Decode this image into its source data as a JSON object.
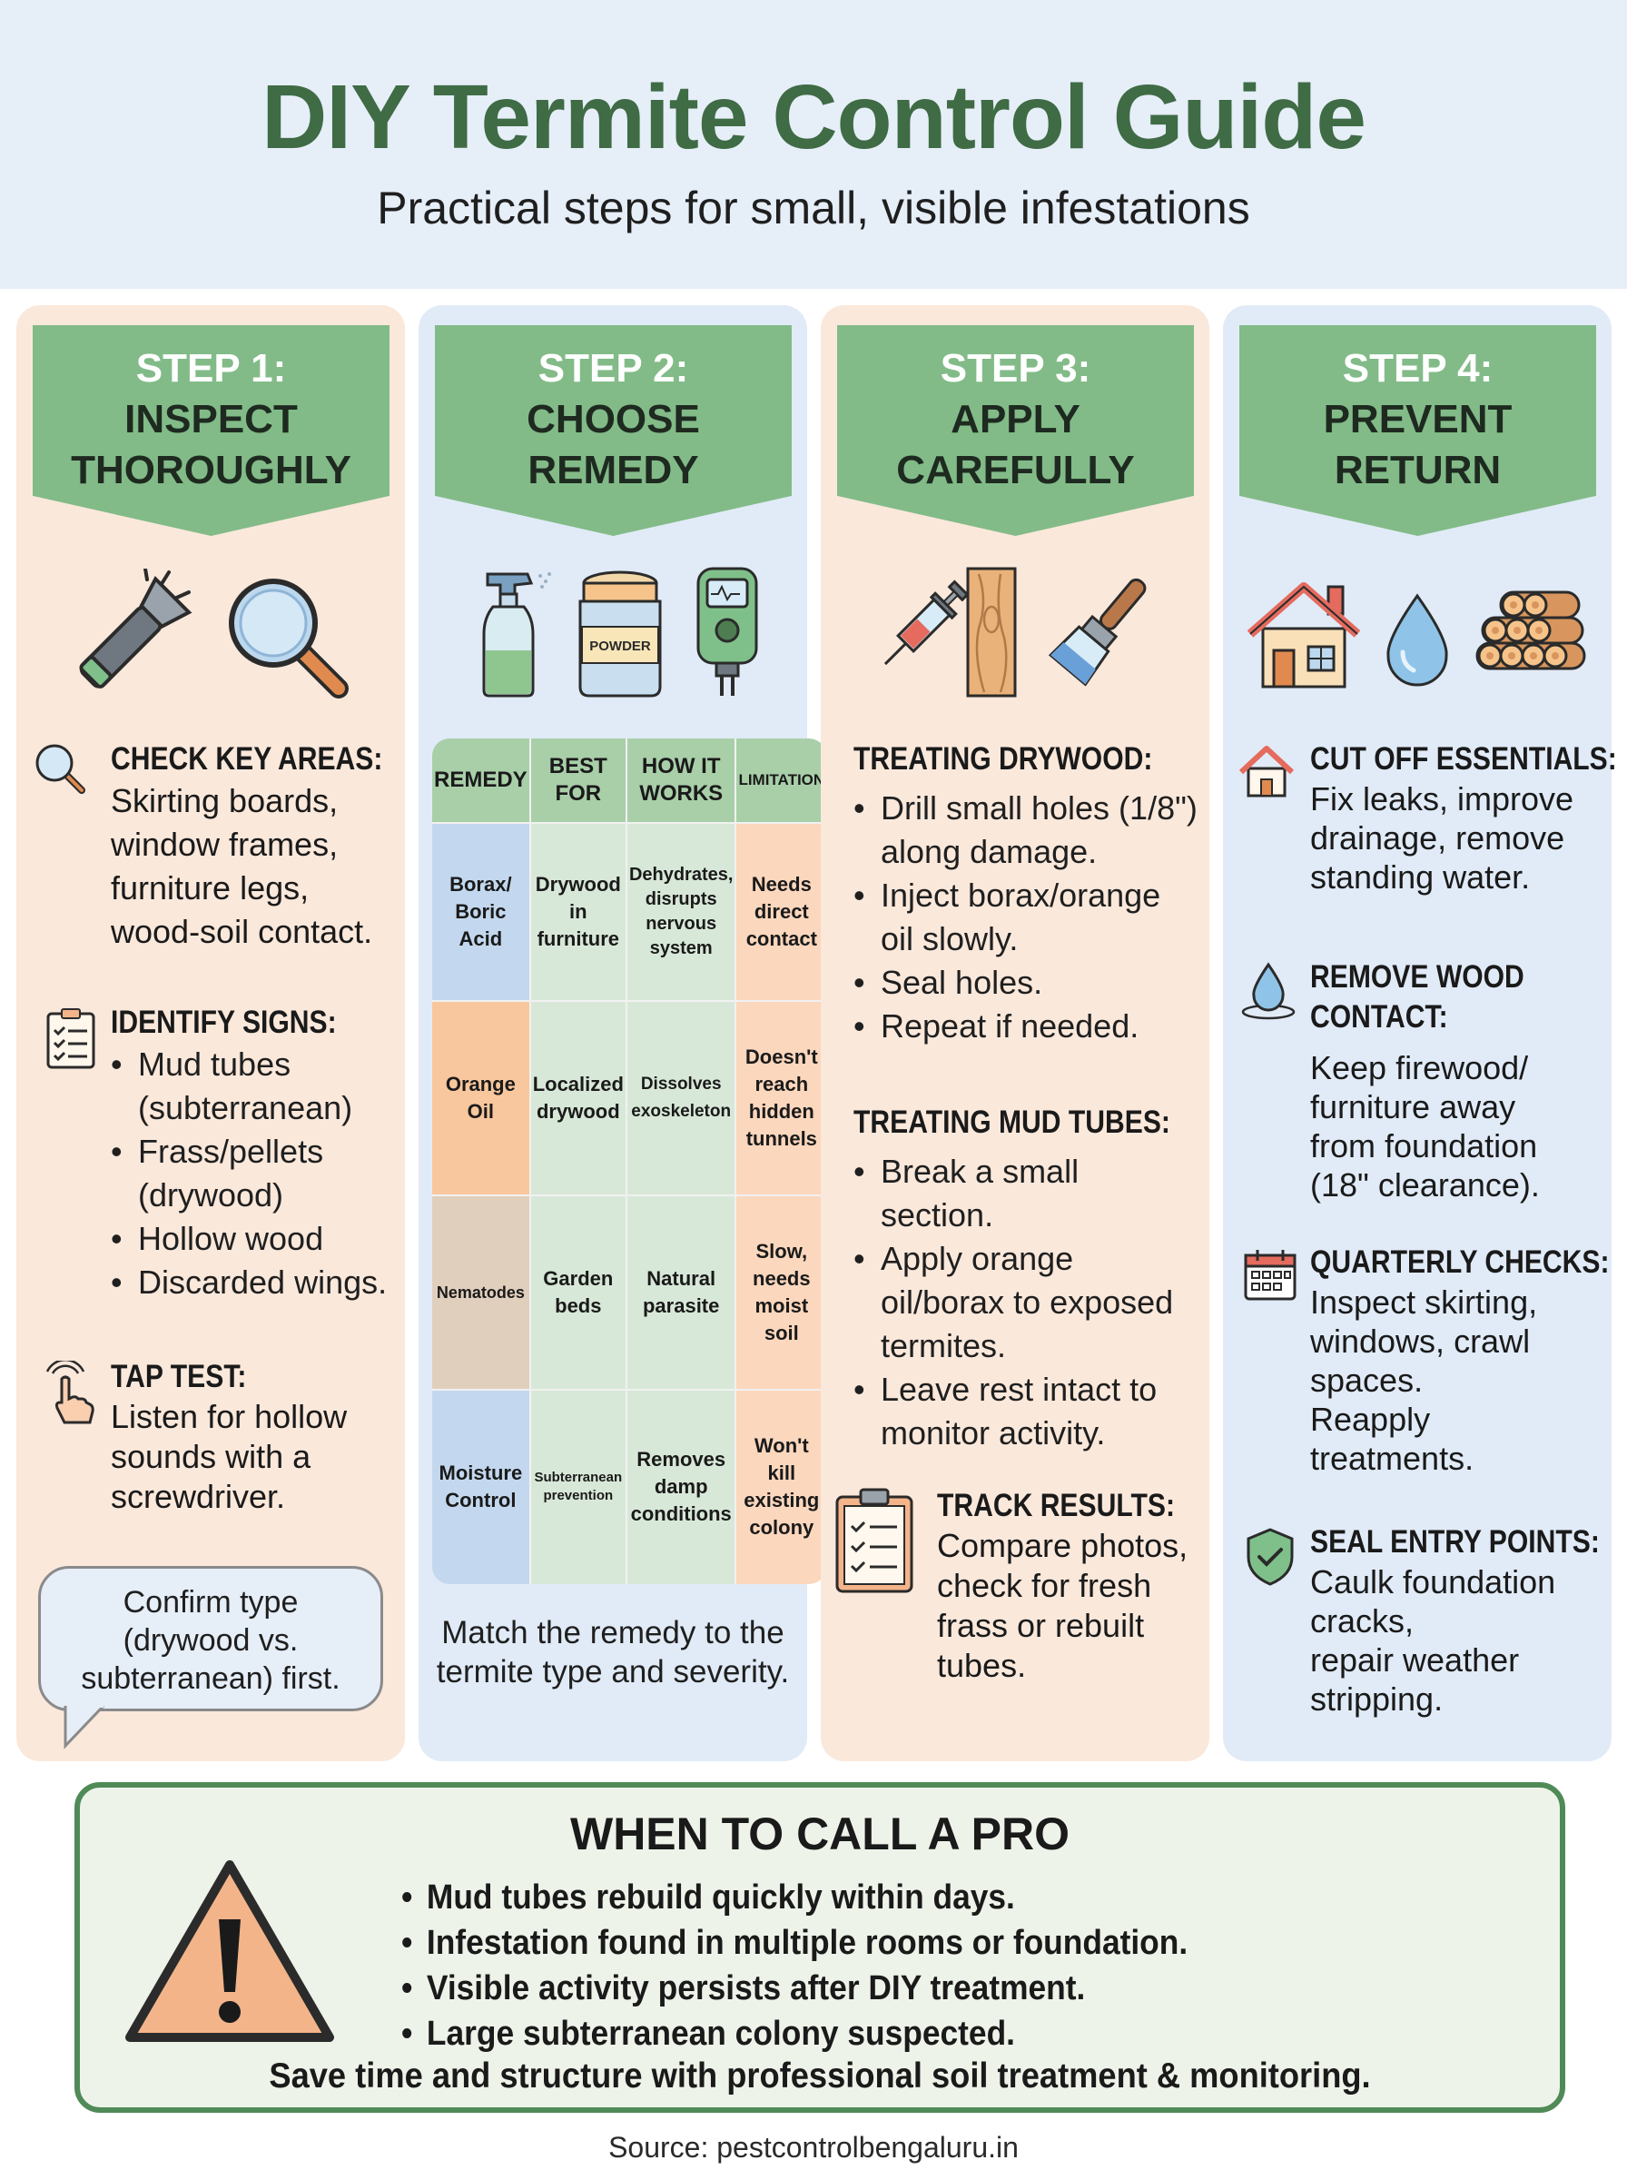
{
  "header": {
    "title": "DIY Termite Control Guide",
    "subtitle": "Practical steps for small, visible infestations"
  },
  "steps": [
    {
      "line1": "STEP 1:",
      "line2": "INSPECT",
      "line3": "THOROUGHLY"
    },
    {
      "line1": "STEP 2:",
      "line2": "CHOOSE",
      "line3": "REMEDY"
    },
    {
      "line1": "STEP 3:",
      "line2": "APPLY",
      "line3": "CAREFULLY"
    },
    {
      "line1": "STEP 4:",
      "line2": "PREVENT",
      "line3": "RETURN"
    }
  ],
  "step1": {
    "check_title": "CHECK KEY AREAS:",
    "check_lines": [
      "Skirting boards,",
      "window frames,",
      "furniture legs,",
      "wood-soil contact."
    ],
    "signs_title": "IDENTIFY SIGNS:",
    "signs": [
      "Mud tubes (subterranean)",
      "Frass/pellets (drywood)",
      "Hollow wood",
      "Discarded wings."
    ],
    "tap_title": "TAP TEST:",
    "tap_lines": [
      "Listen for hollow",
      "sounds with a",
      "screwdriver."
    ],
    "bubble_lines": [
      "Confirm type",
      "(drywood vs.",
      "subterranean) first."
    ]
  },
  "step2": {
    "powder_label": "POWDER",
    "headers": {
      "remedy": "REMEDY",
      "best": "BEST FOR",
      "how": "HOW IT WORKS",
      "limit": "LIMITATION"
    },
    "rows": [
      {
        "remedy": "Borax/ Boric Acid",
        "best": "Drywood in furniture",
        "how": "Dehydrates, disrupts nervous system",
        "limit": "Needs direct contact"
      },
      {
        "remedy": "Orange Oil",
        "best": "Localized drywood",
        "how": "Dissolves exoskeleton",
        "limit": "Doesn't reach hidden tunnels"
      },
      {
        "remedy": "Nematodes",
        "best": "Garden beds",
        "how": "Natural parasite",
        "limit": "Slow, needs moist soil"
      },
      {
        "remedy": "Moisture Control",
        "best": "Subterranean prevention",
        "how": "Removes damp conditions",
        "limit": "Won't kill existing colony"
      }
    ],
    "caption_lines": [
      "Match the remedy to the",
      "termite type and severity."
    ]
  },
  "step3": {
    "drywood_title": "TREATING DRYWOOD:",
    "drywood": [
      "Drill small holes (1/8\") along damage.",
      "Inject borax/orange oil slowly.",
      "Seal holes.",
      "Repeat if needed."
    ],
    "mud_title": "TREATING MUD TUBES:",
    "mud": [
      "Break a small section.",
      "Apply orange oil/borax to exposed termites.",
      "Leave rest intact to monitor activity."
    ],
    "track_title": "TRACK RESULTS:",
    "track_lines": [
      "Compare photos,",
      "check for fresh",
      "frass or rebuilt",
      "tubes."
    ]
  },
  "step4": {
    "cut_title": "CUT OFF ESSENTIALS:",
    "cut_lines": [
      "Fix leaks, improve",
      "drainage, remove",
      "standing water."
    ],
    "remove_title1": "REMOVE WOOD",
    "remove_title2": "CONTACT:",
    "remove_lines": [
      "Keep firewood/",
      "furniture away",
      "from foundation",
      "(18\" clearance)."
    ],
    "quarter_title": "QUARTERLY CHECKS:",
    "quarter_lines": [
      "Inspect skirting,",
      "windows, crawl",
      "spaces.",
      "Reapply",
      "treatments."
    ],
    "seal_title": "SEAL ENTRY POINTS:",
    "seal_lines": [
      "Caulk foundation",
      "cracks,",
      "repair weather",
      "stripping."
    ]
  },
  "pro": {
    "title": "WHEN TO CALL A PRO",
    "items": [
      "Mud tubes rebuild quickly within days.",
      "Infestation found in multiple rooms or foundation.",
      "Visible activity persists after DIY treatment.",
      "Large subterranean colony suspected."
    ],
    "footer": "Save time and structure with professional soil treatment & monitoring."
  },
  "source": "Source: pestcontrolbengaluru.in",
  "colors": {
    "title_green": "#3f6b45",
    "banner_green": "#82bb88",
    "warm_column": "#fae8db",
    "cool_column": "#e1ebf7",
    "pro_border": "#4f8a57",
    "warning_orange": "#f4b48a"
  }
}
